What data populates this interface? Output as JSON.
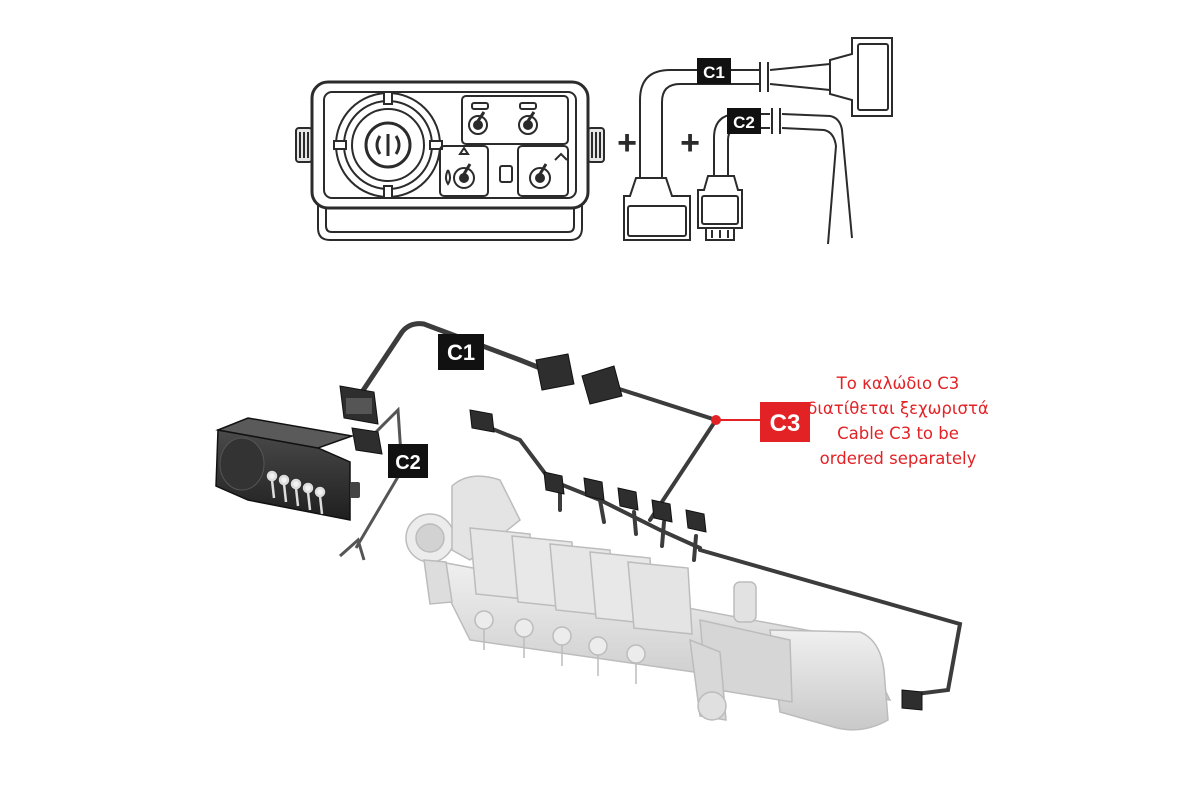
{
  "labels": {
    "c1": "C1",
    "c2": "C2",
    "c3": "C3",
    "plus": "+"
  },
  "note": {
    "line1": "Το καλώδιο C3",
    "line2": "διατίθεται ξεχωριστά",
    "line3": "Cable C3 to be",
    "line4": "ordered separately"
  },
  "colors": {
    "line": "#2b2b2b",
    "tag_bg": "#111111",
    "tag_text": "#ffffff",
    "accent": "#e32226",
    "machine": "#dcdcdc",
    "cable_dark": "#3c3c3c"
  },
  "icons": {
    "control_box": "control-box-icon",
    "dial": "dial-icon",
    "toggle": "toggle-switch-icon",
    "connector": "plug-connector-icon",
    "sprayer_unit": "sprayer-valve-unit"
  }
}
